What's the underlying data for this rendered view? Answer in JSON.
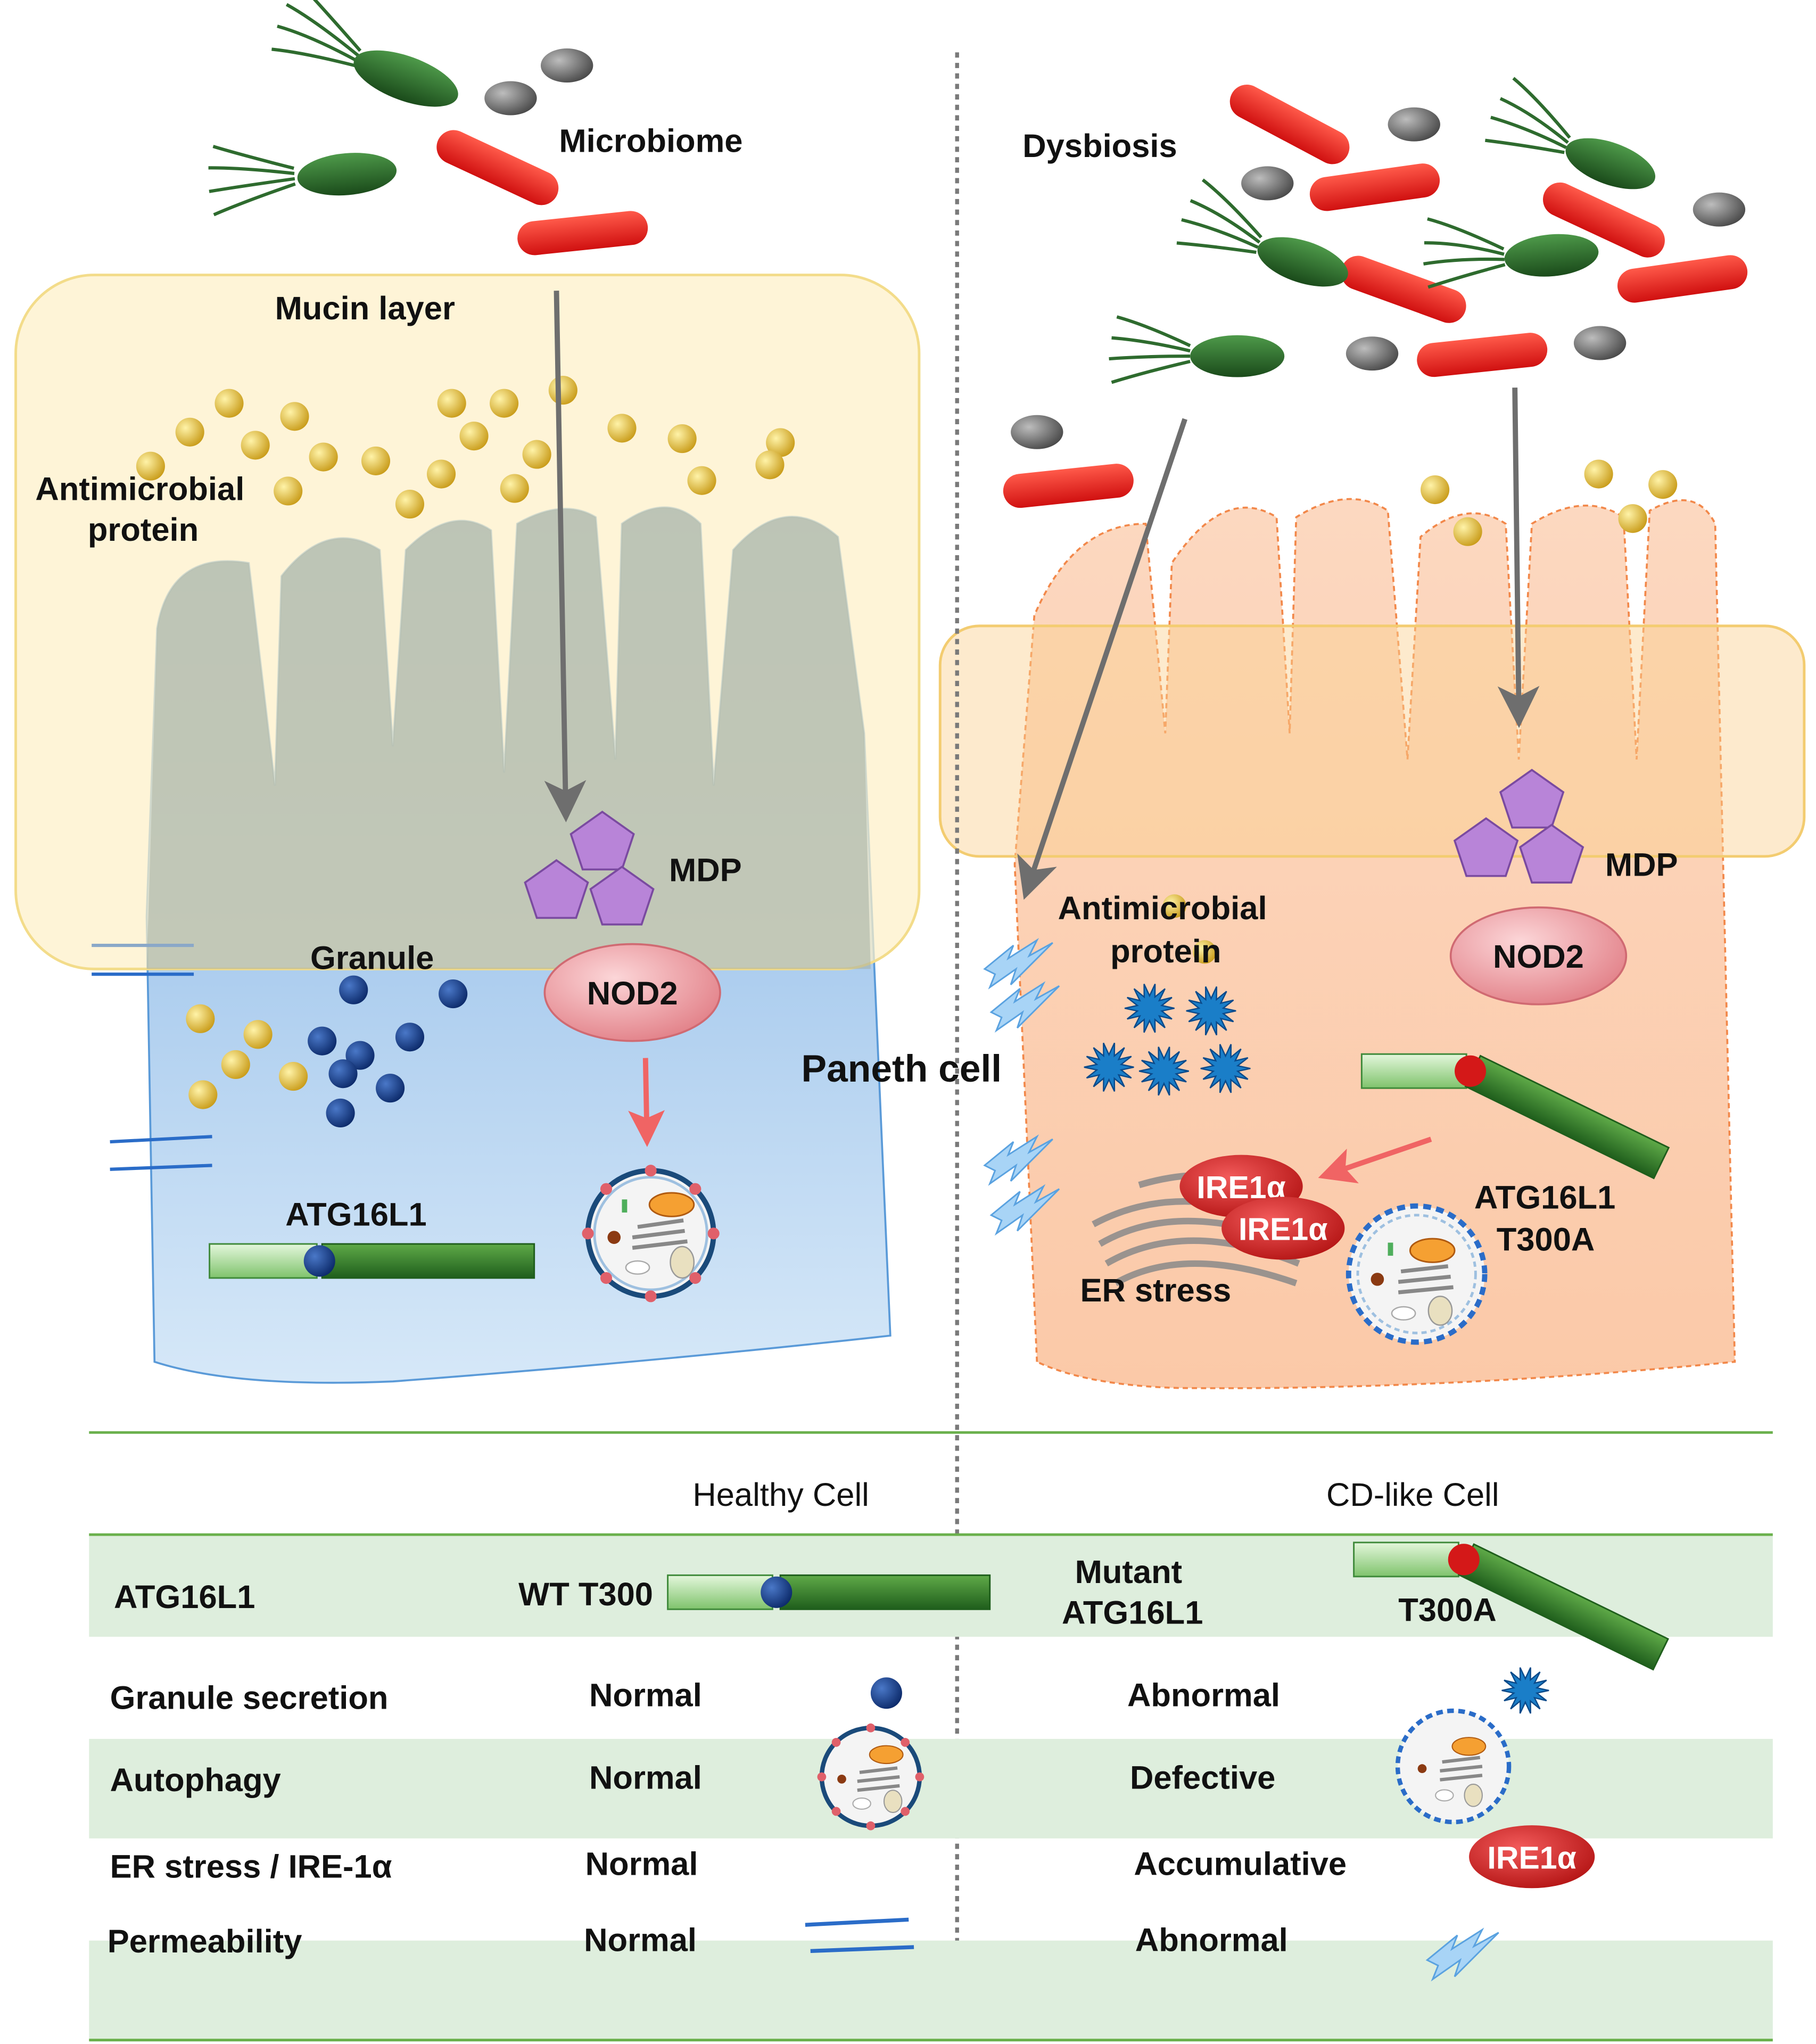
{
  "colors": {
    "bacteria_green": "#2e6b2e",
    "bacteria_red": "#e21d1d",
    "bacteria_gray": "#7a7a7a",
    "mucin": "#fdf0c8",
    "healthy_cell": "#a8c8ec",
    "cd_cell": "#fbd0b4",
    "amp_gold": "#e8c43a",
    "granule_blue": "#1a3f8c",
    "mdp_purple": "#b884d8",
    "nod2_pink": "#f2a2a8",
    "ire_red": "#d42020",
    "protein_green": "#3f8a3a",
    "arrow_gray": "#6e6e6e",
    "arrow_red": "#f06464",
    "table_stripe": "#deeedd",
    "table_rule": "#6ab04c"
  },
  "left": {
    "microbiome": "Microbiome",
    "mucin_layer": "Mucin layer",
    "antimicrobial_line1": "Antimicrobial",
    "antimicrobial_line2": "protein",
    "mdp": "MDP",
    "granule": "Granule",
    "nod2": "NOD2",
    "atg16l1": "ATG16L1"
  },
  "center": {
    "paneth_cell": "Paneth cell"
  },
  "right": {
    "dysbiosis": "Dysbiosis",
    "antimicrobial_line1": "Antimicrobial",
    "antimicrobial_line2": "protein",
    "mdp": "MDP",
    "nod2": "NOD2",
    "ire1a": "IRE1α",
    "er_stress": "ER stress",
    "atg16l1_line1": "ATG16L1",
    "atg16l1_line2": "T300A"
  },
  "table": {
    "col_healthy": "Healthy Cell",
    "col_cd": "CD-like Cell",
    "rows": [
      {
        "label": "ATG16L1",
        "healthy": "WT T300",
        "cd_line1": "Mutant",
        "cd_line2": "ATG16L1",
        "cd_extra": "T300A"
      },
      {
        "label": "Granule secretion",
        "healthy": "Normal",
        "cd": "Abnormal"
      },
      {
        "label": "Autophagy",
        "healthy": "Normal",
        "cd": "Defective"
      },
      {
        "label": "ER stress / IRE-1α",
        "healthy": "Normal",
        "cd": "Accumulative",
        "cd_icon": "IRE1α"
      },
      {
        "label": "Permeability",
        "healthy": "Normal",
        "cd": "Abnormal"
      }
    ]
  }
}
